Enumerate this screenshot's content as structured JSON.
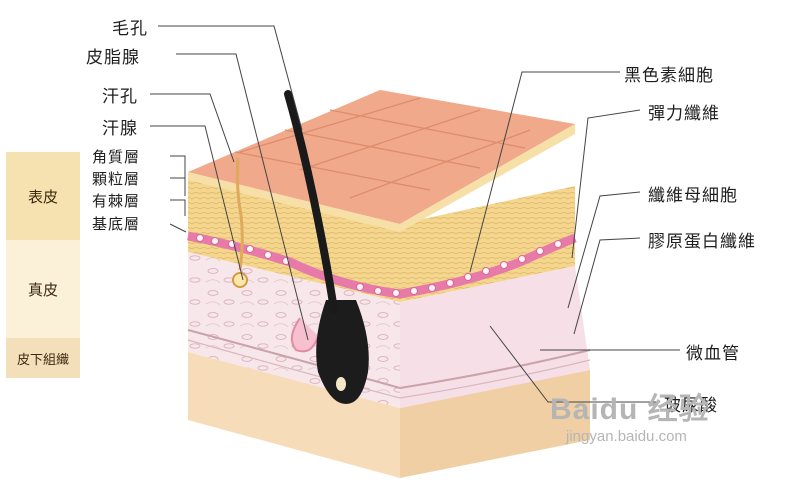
{
  "layers": {
    "epidermis": "表皮",
    "dermis": "真皮",
    "subcutaneous": "皮下組織"
  },
  "left_labels": {
    "hair_pore": "毛孔",
    "sebaceous_gland": "皮脂腺",
    "sweat_pore": "汗孔",
    "sweat_gland": "汗腺",
    "stratum_corneum": "角質層",
    "stratum_granulosum": "顆粒層",
    "stratum_spinosum": "有棘層",
    "stratum_basale": "基底層"
  },
  "right_labels": {
    "melanocyte": "黑色素細胞",
    "elastic_fiber": "彈力纖維",
    "fibroblast": "纖維母細胞",
    "collagen_fiber": "膠原蛋白纖維",
    "capillary": "微血管",
    "hyaluronic_acid": "玻尿酸"
  },
  "watermark": {
    "logo": "Baidu 经验",
    "url": "jingyan.baidu.com"
  },
  "colors": {
    "skin_top": "#f0a98a",
    "epidermis": "#f3d58c",
    "basal_pink": "#e879a8",
    "dermis": "#f7e3e6",
    "subcutaneous": "#f6d9b2",
    "hair": "#1a1a1a",
    "layer_bar": "#f7e8c1"
  }
}
